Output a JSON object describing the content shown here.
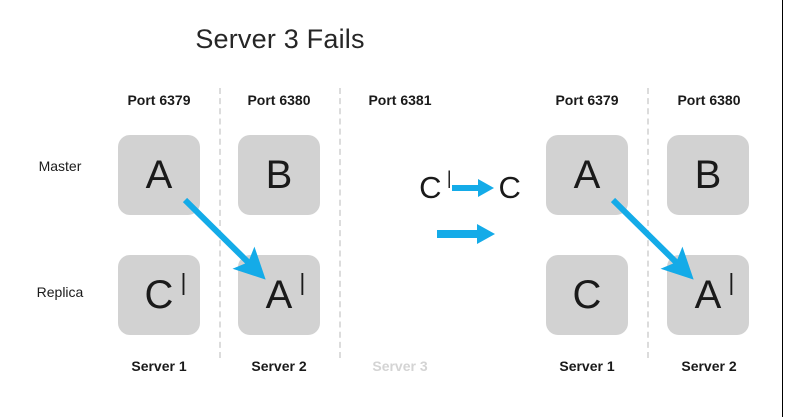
{
  "slide": {
    "title": "Server 3 Fails",
    "background_color": "#ffffff",
    "accent_color": "#14ABE8",
    "node_fill_color": "#d2d2d2",
    "divider_color": "#dcdcdc",
    "faded_text_color": "#d4d4d4"
  },
  "row_labels": {
    "master": "Master",
    "replica": "Replica"
  },
  "left_panel": {
    "columns": [
      {
        "port": "Port 6379",
        "server": "Server 1",
        "server_faded": false,
        "master": {
          "letter": "A",
          "prime": ""
        },
        "replica": {
          "letter": "C",
          "prime": " |"
        }
      },
      {
        "port": "Port 6380",
        "server": "Server 2",
        "server_faded": false,
        "master": {
          "letter": "B",
          "prime": ""
        },
        "replica": {
          "letter": "A",
          "prime": " |"
        }
      },
      {
        "port": "Port 6381",
        "server": "Server 3",
        "server_faded": true,
        "master": null,
        "replica": null
      }
    ]
  },
  "right_panel": {
    "columns": [
      {
        "port": "Port 6379",
        "server": "Server 1",
        "server_faded": false,
        "master": {
          "letter": "A",
          "prime": ""
        },
        "replica": {
          "letter": "C",
          "prime": ""
        }
      },
      {
        "port": "Port 6380",
        "server": "Server 2",
        "server_faded": false,
        "master": {
          "letter": "B",
          "prime": ""
        },
        "replica": {
          "letter": "A",
          "prime": " |"
        }
      }
    ]
  },
  "legend": {
    "promotion_from": "C",
    "promotion_from_prime": " |",
    "promotion_to": "C",
    "arrow_icon": "right-arrow-icon"
  },
  "arrows": {
    "left_replication": {
      "from": "A (Server 1 master)",
      "to": "A| (Server 2 replica)",
      "color": "#14ABE8"
    },
    "right_replication": {
      "from": "A (Server 1 master)",
      "to": "A| (Server 2 replica)",
      "color": "#14ABE8"
    }
  }
}
